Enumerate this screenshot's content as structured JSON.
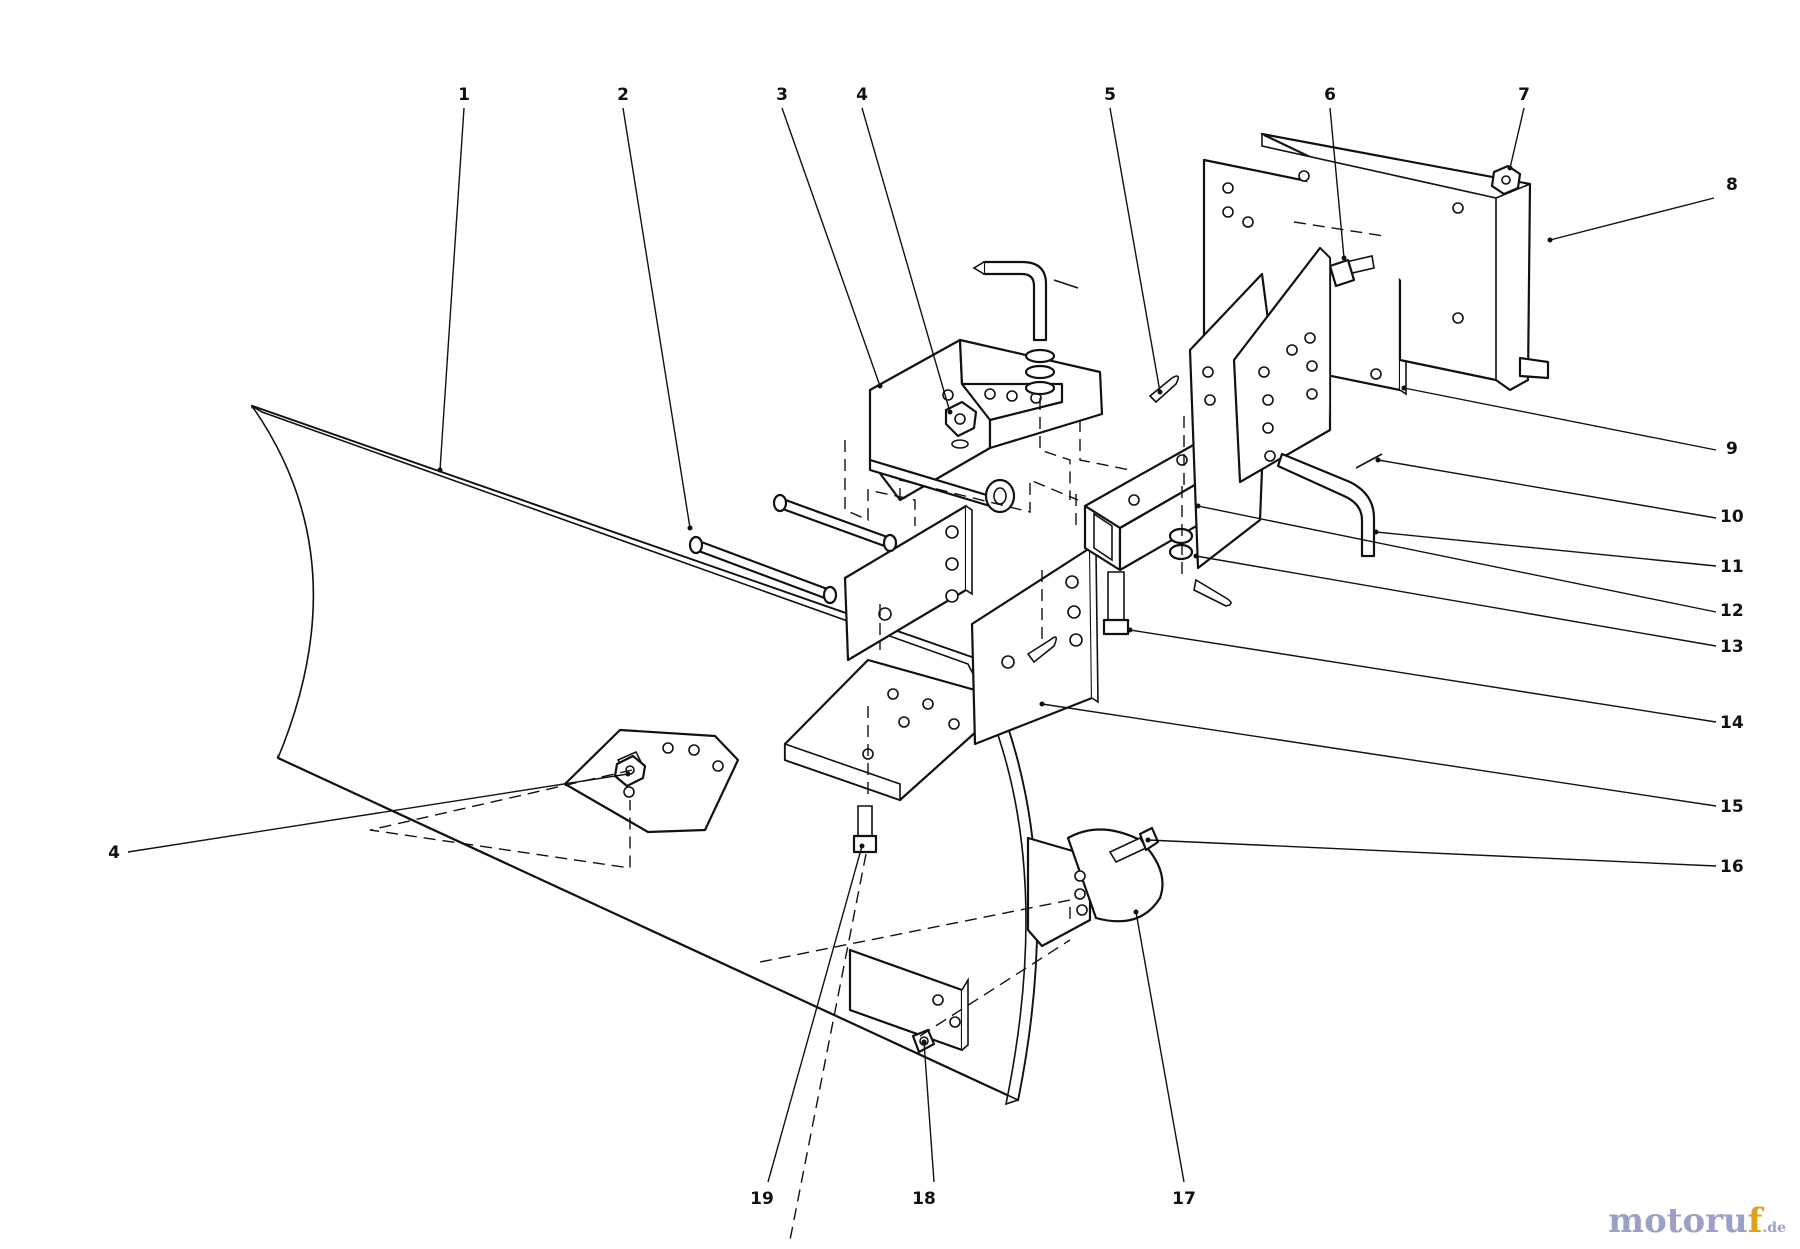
{
  "labels": [
    "1",
    "2",
    "3",
    "4",
    "5",
    "6",
    "7",
    "8",
    "9",
    "10",
    "11",
    "12",
    "13",
    "14",
    "15",
    "16",
    "17",
    "18",
    "19"
  ],
  "watermark": {
    "main": "motoru",
    "accent": "f",
    "sub": ".de"
  },
  "colors": {
    "line": "#111111",
    "watermark": "#9aa0c8",
    "watermark_accent": "#e0a21c"
  }
}
